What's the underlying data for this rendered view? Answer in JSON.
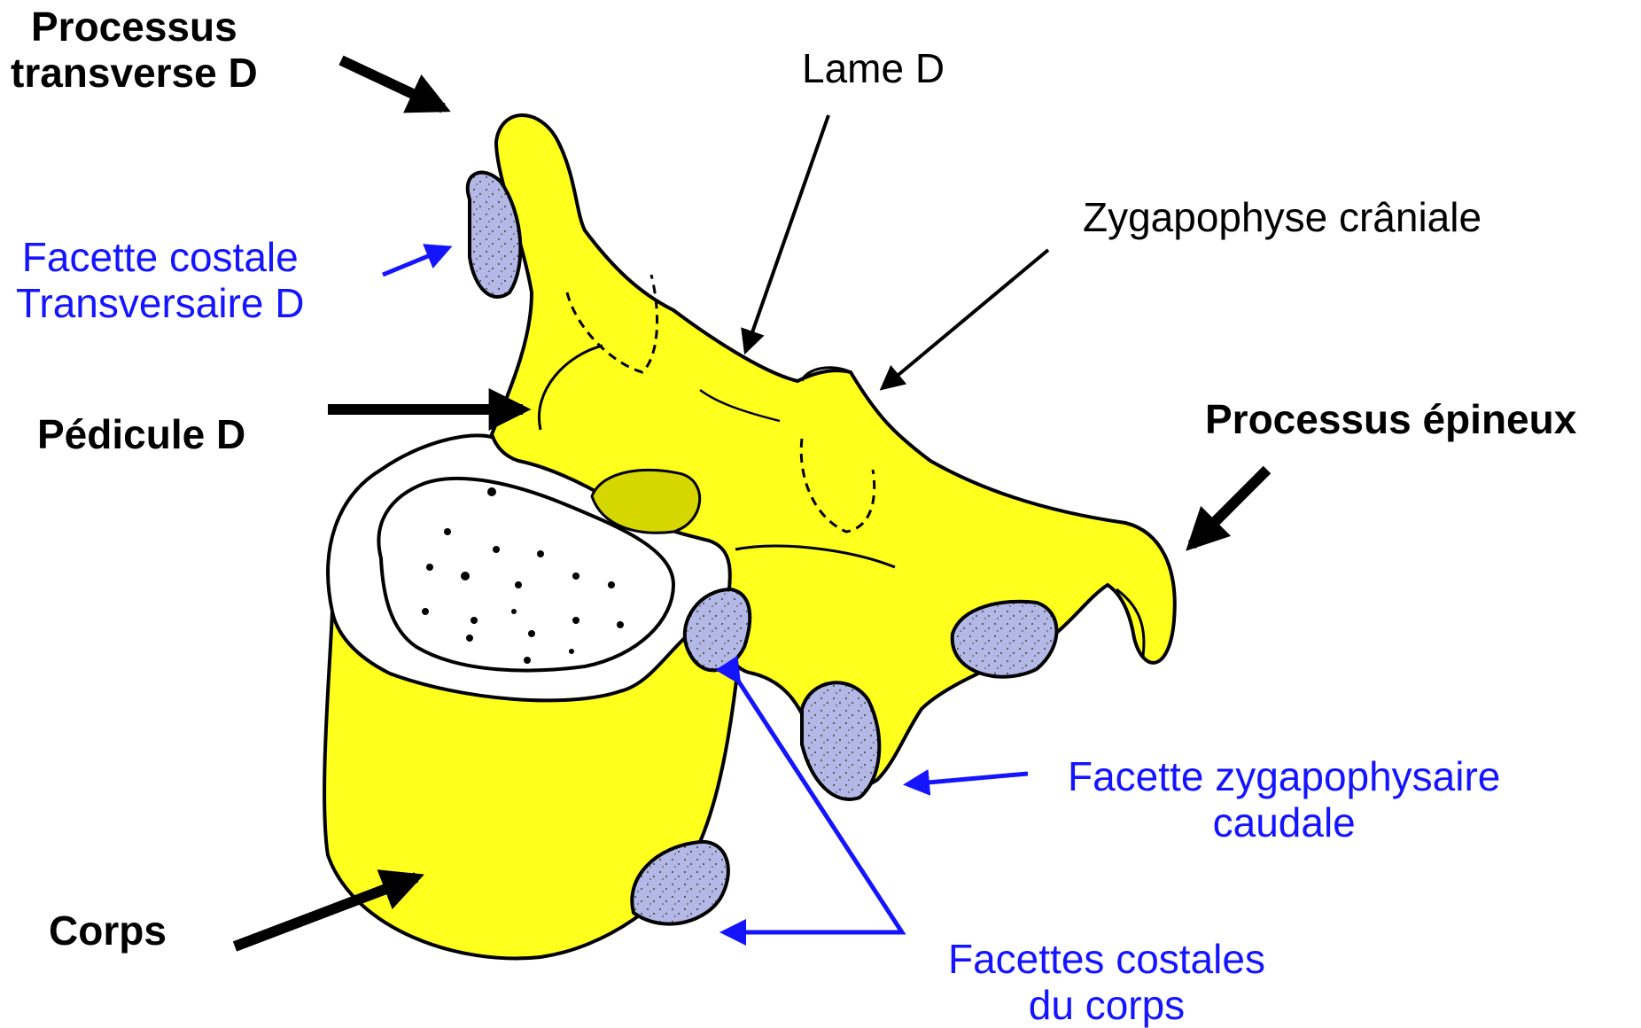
{
  "colors": {
    "bone": "#ffff1e",
    "bone_shadow": "#d6d600",
    "facet": "#b4b8e6",
    "outline": "#000000",
    "black_label": "#000000",
    "blue_label": "#1414ff",
    "articular_surface": "#ffffff"
  },
  "labels": {
    "processus_transverse": [
      "Processus",
      "transverse D"
    ],
    "lame": "Lame D",
    "zygapophyse_craniale": "Zygapophyse crâniale",
    "facette_costale_transversaire": [
      "Facette costale",
      "Transversaire D"
    ],
    "pedicule": "Pédicule D",
    "processus_epineux": "Processus épineux",
    "facette_zygapophysaire": [
      "Facette zygapophysaire",
      "caudale"
    ],
    "corps": "Corps",
    "facettes_costales_corps": [
      "Facettes costales",
      "du corps"
    ]
  }
}
